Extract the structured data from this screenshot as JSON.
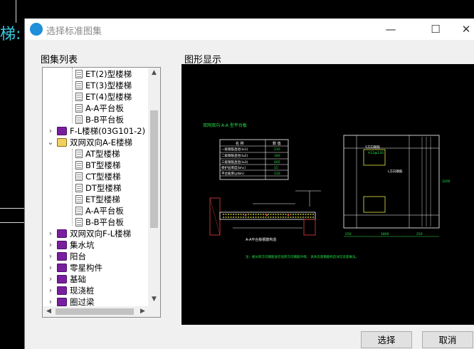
{
  "background": {
    "title_fragment": "梯:"
  },
  "dialog": {
    "title": "选择标准图集",
    "minimize": "—",
    "maximize": "☐",
    "close": "✕",
    "list_label": "图集列表",
    "preview_label": "图形显示",
    "select_button": "选择",
    "cancel_button": "取消"
  },
  "tree": {
    "items": [
      {
        "label": "ET(2)型楼梯",
        "kind": "doc"
      },
      {
        "label": "ET(3)型楼梯",
        "kind": "doc"
      },
      {
        "label": "ET(4)型楼梯",
        "kind": "doc"
      },
      {
        "label": "A-A平台板",
        "kind": "doc"
      },
      {
        "label": "B-B平台板",
        "kind": "doc"
      },
      {
        "label": "F-L楼梯(03G101-2)",
        "kind": "folder",
        "expander": "›"
      },
      {
        "label": "双网双向A-E楼梯",
        "kind": "folder-open",
        "expander": "⌄"
      },
      {
        "label": "AT型楼梯",
        "kind": "doc"
      },
      {
        "label": "BT型楼梯",
        "kind": "doc"
      },
      {
        "label": "CT型楼梯",
        "kind": "doc"
      },
      {
        "label": "DT型楼梯",
        "kind": "doc"
      },
      {
        "label": "ET型楼梯",
        "kind": "doc"
      },
      {
        "label": "A-A平台板",
        "kind": "doc"
      },
      {
        "label": "B-B平台板",
        "kind": "doc"
      },
      {
        "label": "双网双向F-L楼梯",
        "kind": "folder",
        "expander": "›"
      },
      {
        "label": "集水坑",
        "kind": "folder",
        "expander": "›"
      },
      {
        "label": "阳台",
        "kind": "folder",
        "expander": "›"
      },
      {
        "label": "零星构件",
        "kind": "folder",
        "expander": "›"
      },
      {
        "label": "基础",
        "kind": "folder",
        "expander": "›"
      },
      {
        "label": "现浇桩",
        "kind": "folder",
        "expander": "›"
      },
      {
        "label": "圈过梁",
        "kind": "folder",
        "expander": "›"
      }
    ]
  },
  "drawing": {
    "title": "双网双向 A-A 型平台板",
    "table_headers": [
      "名 称",
      "数 值"
    ],
    "table_rows": [
      [
        "一级钢筋直径(la1)",
        "210"
      ],
      [
        "二级钢筋直径(la2)",
        "340"
      ],
      [
        "三级钢筋直径(la3)",
        "405"
      ],
      [
        "保护层厚度(bhc)",
        "15"
      ],
      [
        "平台板厚(ptbh)",
        "120"
      ]
    ],
    "section_caption": "A-A平台板钢筋构造",
    "notes": "注：板长跨方向钢筋放在短跨方向钢筋外侧。\n具体支座钢筋构造详见支座做法。",
    "plan_labels": [
      "S方向钢筋",
      "L方向钢筋",
      "A12@120"
    ],
    "dims": [
      "250",
      "1800",
      "250",
      "3200"
    ]
  },
  "colors": {
    "cad_green": "#27e04a",
    "cad_white": "#ffffff",
    "cad_yellow": "#e8e84a",
    "cad_red": "#e84040"
  }
}
